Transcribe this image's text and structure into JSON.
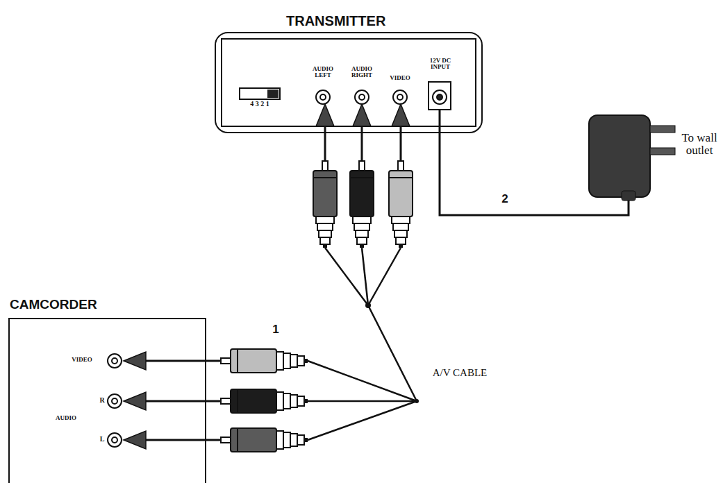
{
  "diagram": {
    "nodes": [
      {
        "text": [
          "TRANSMITTER"
        ]
      },
      {
        "text": [
          "CAMCORDER"
        ]
      }
    ],
    "labels": [
      "4 3 2 1",
      "AUDIO LEFT",
      "AUDIO RIGHT",
      "VIDEO",
      "12V DC INPUT",
      "VIDEO",
      "R",
      "AUDIO",
      "L",
      "1",
      "2",
      "A/V CABLE",
      "To wall outlet"
    ]
  }
}
